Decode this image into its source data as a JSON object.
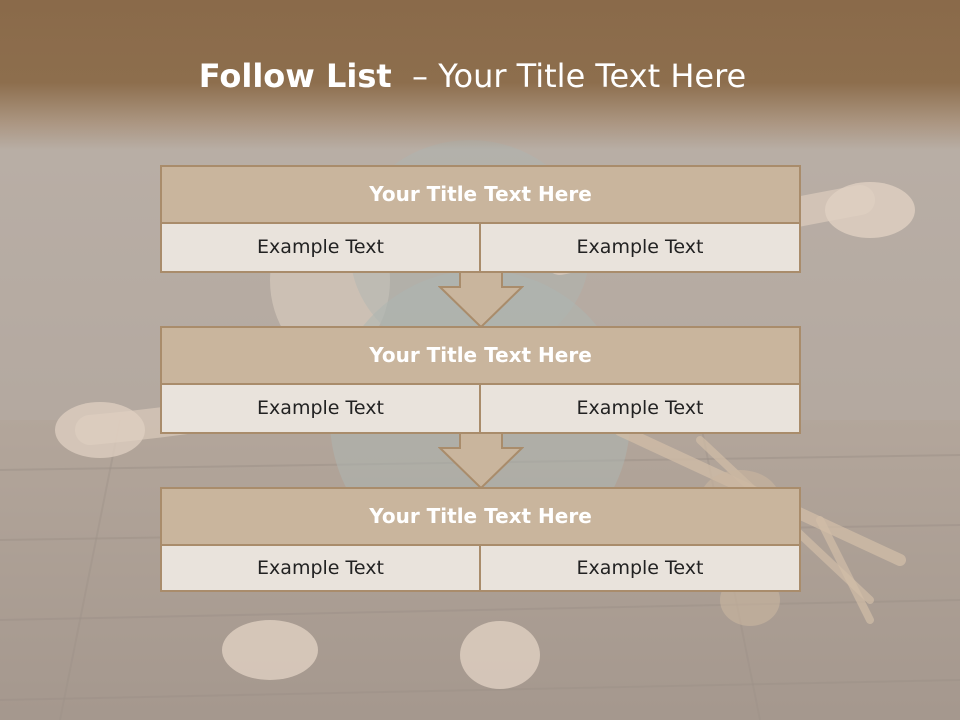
{
  "slide": {
    "title_bold": "Follow List",
    "title_rest": "  – Your Title Text Here"
  },
  "steps": [
    {
      "title": "Your Title Text Here",
      "left": "Example Text",
      "right": "Example Text"
    },
    {
      "title": "Your Title Text Here",
      "left": "Example Text",
      "right": "Example Text"
    },
    {
      "title": "Your Title Text Here",
      "left": "Example Text",
      "right": "Example Text"
    }
  ],
  "colors": {
    "header_band": "#8d6e4d",
    "block_title_fill": "#c9b59d",
    "block_cell_fill": "#e9e3dc",
    "block_border": "#a98c6b",
    "arrow_fill": "#c9b59d"
  },
  "background": {
    "icon": "photo-child-with-toy-airplane"
  }
}
